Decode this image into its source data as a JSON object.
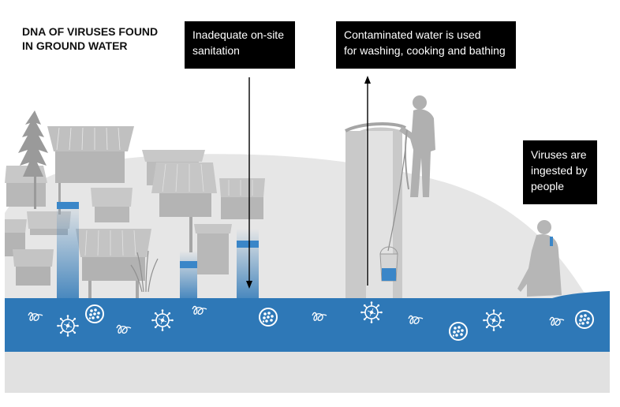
{
  "title": {
    "line1": "DNA OF VIRUSES FOUND",
    "line2": "IN GROUND WATER"
  },
  "callouts": {
    "sanitation": {
      "line1": "Inadequate on-site",
      "line2": "sanitation"
    },
    "water": {
      "line1": "Contaminated water is used",
      "line2": "for washing, cooking and bathing"
    },
    "ingested": {
      "line1": "Viruses are",
      "line2": "ingested by",
      "line3": "people"
    }
  },
  "colors": {
    "groundwater": "#2e78b7",
    "groundwater_light": "#4a91cc",
    "hill": "#e6e6e6",
    "houses": "#c4c4c4",
    "house_dark": "#a9a9a9",
    "ground": "#e1e1e1",
    "person": "#b3b3b3",
    "arrow": "#000000"
  }
}
